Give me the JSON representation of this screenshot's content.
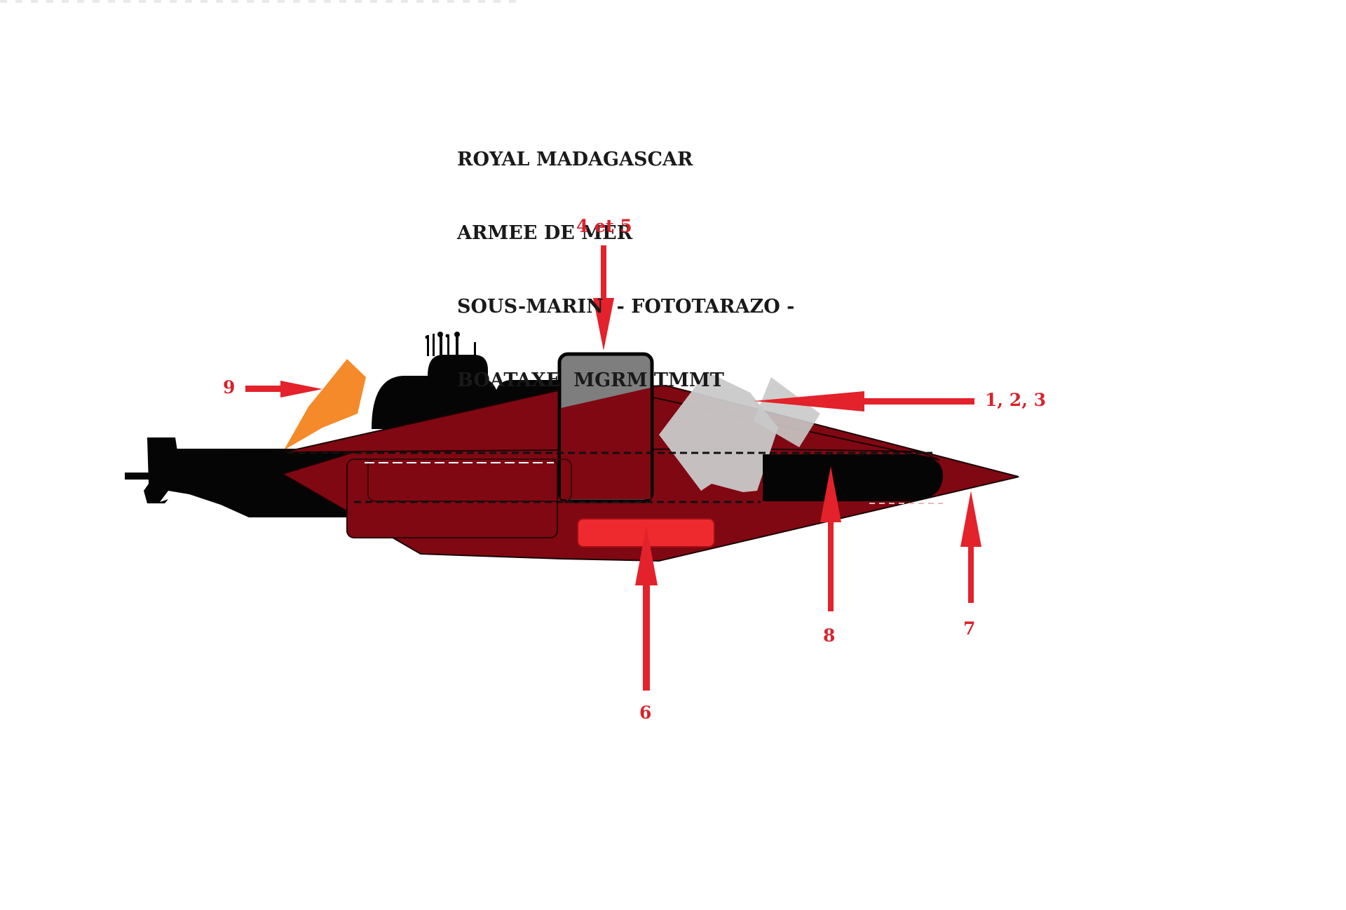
{
  "title_lines": [
    "ROYAL MADAGASCAR",
    "ARMEE DE MER",
    "SOUS-MARIN  - FOTOTARAZO -",
    "BOATAXE  MGRM TMMT"
  ],
  "callouts": {
    "c_4_5": "4 et 5",
    "c_1_2_3": "1, 2, 3",
    "c_9": "9",
    "c_8": "8",
    "c_7": "7",
    "c_6": "6"
  },
  "colors": {
    "hull_dark_red": "#800812",
    "submarine_black": "#050505",
    "fin_orange": "#f58a2a",
    "panel_light_gray": "#c9c9c9",
    "hatch_gray": "#7e7e7e",
    "keel_red": "#ee2a2e",
    "arrow_red": "#e3222b"
  }
}
